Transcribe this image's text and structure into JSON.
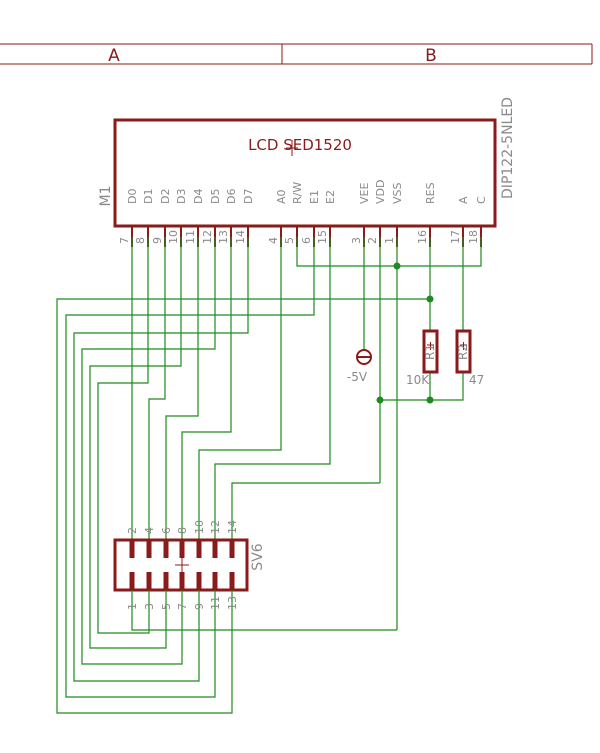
{
  "frame": {
    "zones": [
      "A",
      "B"
    ]
  },
  "lcd": {
    "title": "LCD SED1520",
    "ref": "M1",
    "package": "DIP122-5NLED",
    "pins": [
      {
        "label": "D0",
        "num": "7"
      },
      {
        "label": "D1",
        "num": "8"
      },
      {
        "label": "D2",
        "num": "9"
      },
      {
        "label": "D3",
        "num": "10"
      },
      {
        "label": "D4",
        "num": "11"
      },
      {
        "label": "D5",
        "num": "12"
      },
      {
        "label": "D6",
        "num": "13"
      },
      {
        "label": "D7",
        "num": "14"
      },
      {
        "label": "A0",
        "num": "4"
      },
      {
        "label": "R/W",
        "num": "5"
      },
      {
        "label": "E1",
        "num": "6"
      },
      {
        "label": "E2",
        "num": "15"
      },
      {
        "label": "VEE",
        "num": "3"
      },
      {
        "label": "VDD",
        "num": "2"
      },
      {
        "label": "VSS",
        "num": "1"
      },
      {
        "label": "RES",
        "num": "16"
      },
      {
        "label": "A",
        "num": "17"
      },
      {
        "label": "C",
        "num": "18"
      }
    ]
  },
  "supply": {
    "label": "-5V"
  },
  "resistors": [
    {
      "name": "R1",
      "value": "10K"
    },
    {
      "name": "R2",
      "value": "47"
    }
  ],
  "connector": {
    "ref": "SV6",
    "top_pins": [
      "2",
      "4",
      "6",
      "8",
      "10",
      "12",
      "14"
    ],
    "bottom_pins": [
      "1",
      "3",
      "5",
      "7",
      "9",
      "11",
      "13"
    ]
  }
}
